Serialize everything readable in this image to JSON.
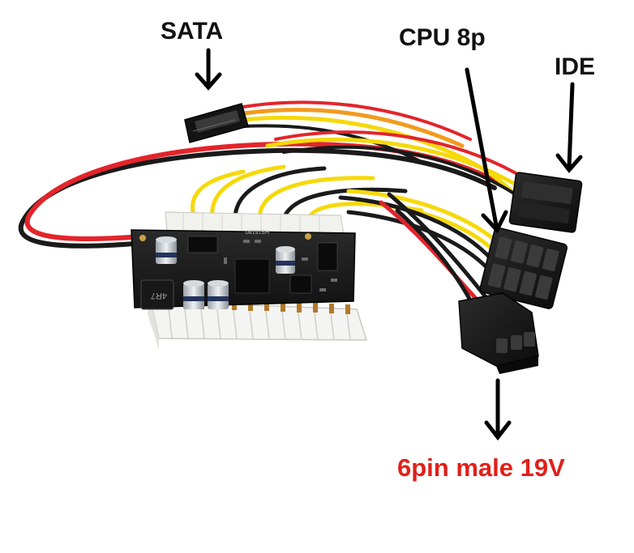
{
  "labels": {
    "sata": "SATA",
    "cpu": "CPU 8p",
    "ide": "IDE",
    "six_pin": "6pin male 19V"
  },
  "colors": {
    "label_dark": "#111111",
    "label_red": "#e0201a",
    "pcb": "#1c1c1c",
    "wire_red": "#e3242b",
    "wire_yellow": "#f5d90a",
    "wire_orange": "#f39a1e",
    "wire_black": "#1a1a1a",
    "connector_white": "#f4f4f2"
  },
  "pcb_markings": {
    "inductor": "4R7",
    "part_code": "HS16180"
  }
}
